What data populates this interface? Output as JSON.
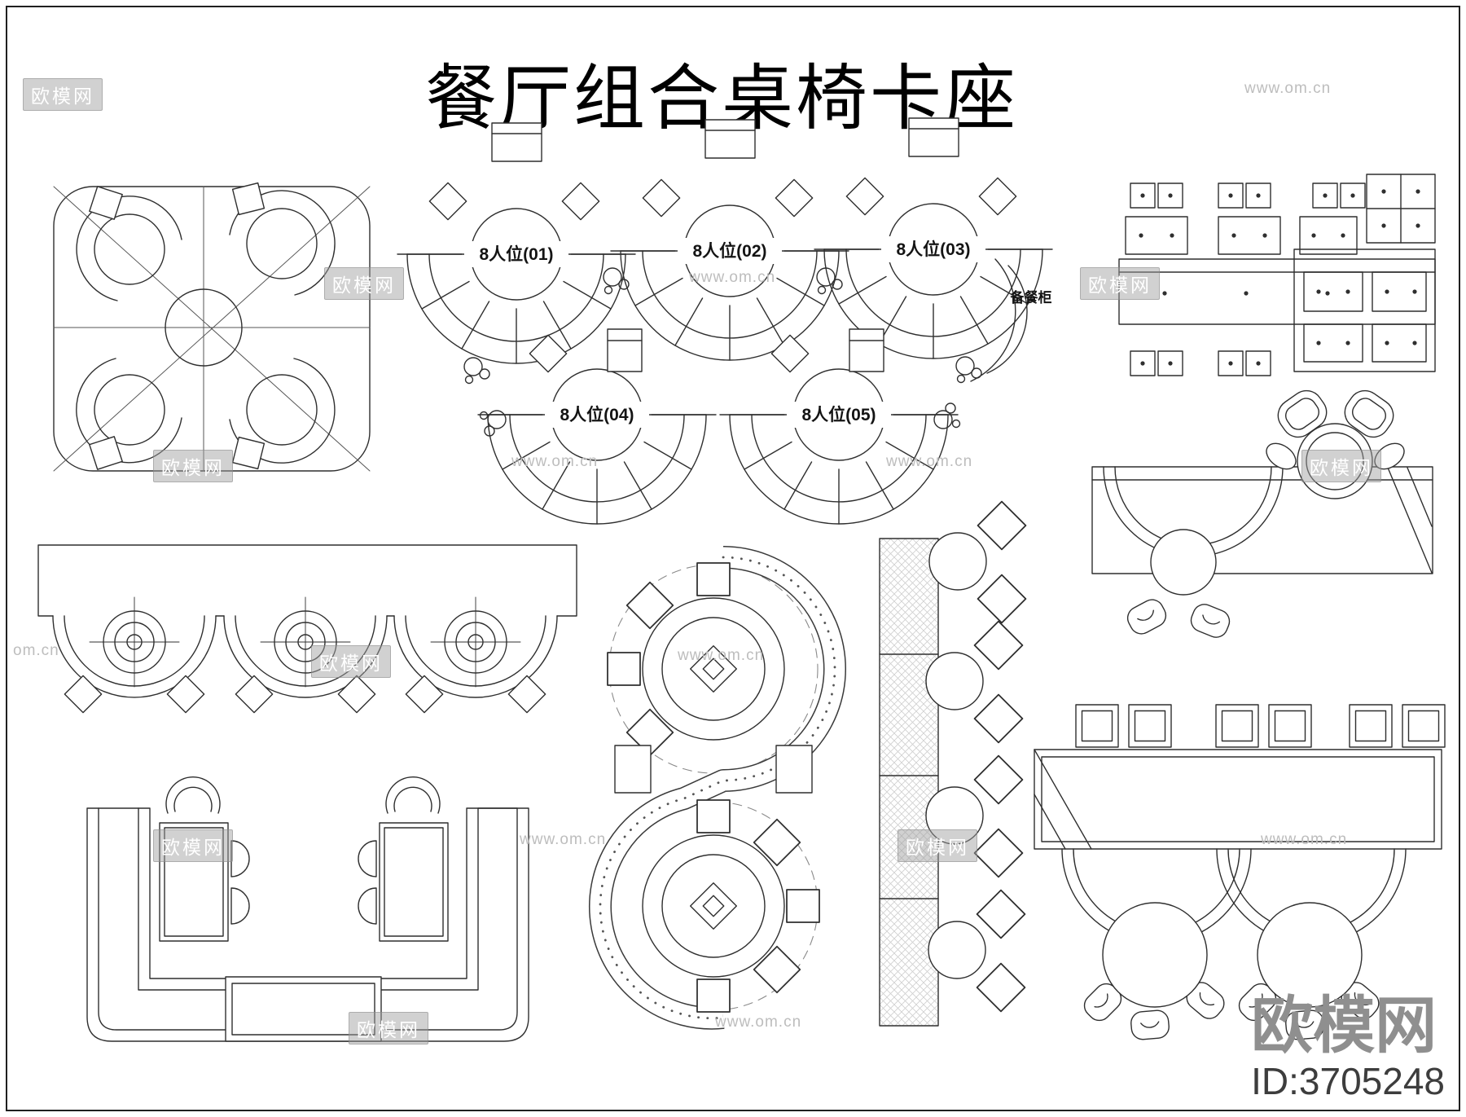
{
  "page": {
    "title": "餐厅组合桌椅卡座"
  },
  "watermark": {
    "brand": "欧模网",
    "url": "www.om.cn",
    "url_short": "om.cn"
  },
  "footer": {
    "brand": "欧模网",
    "id": "ID:3705248"
  },
  "drawing": {
    "fan_labels": [
      "8人位(01)",
      "8人位(02)",
      "8人位(03)",
      "8人位(04)",
      "8人位(05)"
    ],
    "cabinet_label": "备餐柜"
  }
}
